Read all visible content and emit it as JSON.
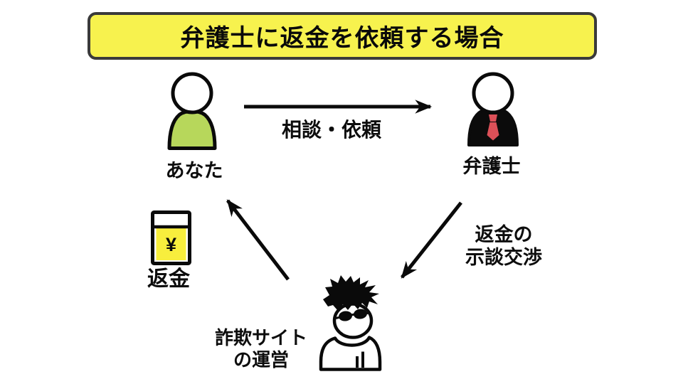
{
  "title": "弁護士に返金を依頼する場合",
  "actors": {
    "you": {
      "label": "あなた"
    },
    "lawyer": {
      "label": "弁護士"
    },
    "scammer": {
      "label_line1": "詐欺サイト",
      "label_line2": "の運営"
    }
  },
  "flows": {
    "consult": {
      "label": "相談・依頼",
      "from": "あなた",
      "to": "弁護士"
    },
    "negotiate": {
      "label_line1": "返金の",
      "label_line2": "示談交渉",
      "from": "弁護士",
      "to": "詐欺サイトの運営"
    },
    "refund": {
      "label": "返金",
      "from": "詐欺サイトの運営",
      "to": "あなた"
    }
  },
  "icons": {
    "money": {
      "currency_symbol": "¥"
    }
  },
  "colors": {
    "title_background": "#f7f24e",
    "title_border": "#3a3a3a",
    "you_body_green": "#b7d75b",
    "lawyer_suit_black": "#0b0b0b",
    "tie_red": "#dc5058",
    "money_yellow": "#f8ee3d",
    "line_black": "#0a0a0a",
    "canvas_white": "#ffffff"
  }
}
